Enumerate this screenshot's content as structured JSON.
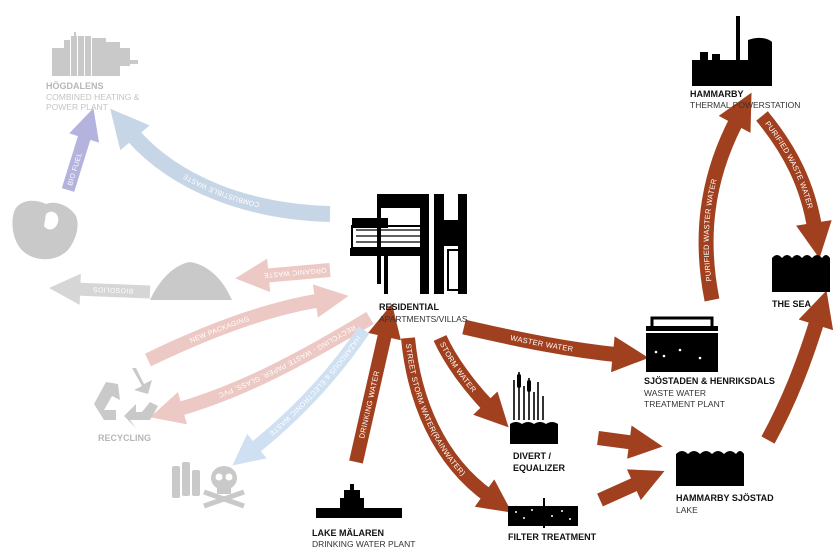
{
  "nodes": {
    "hogdalens": {
      "title": "HÖGDALENS",
      "subtitle_line1": "COMBINED HEATING &",
      "subtitle_line2": "POWER PLANT"
    },
    "hammarby_thermal": {
      "title": "HAMMARBY",
      "subtitle": "THERMAL POWERSTATION"
    },
    "residential": {
      "title": "RESIDENTIAL",
      "subtitle": "APARTMENTS/VILLAS"
    },
    "the_sea": {
      "title": "THE SEA"
    },
    "sjostaden": {
      "title": "SJÖSTADEN & HENRIKSDALS",
      "subtitle_line1": "WASTE WATER",
      "subtitle_line2": "TREATMENT PLANT"
    },
    "divert": {
      "title_line1": "DIVERT /",
      "title_line2": "EQUALIZER"
    },
    "hammarby_sjostad": {
      "title": "HAMMARBY SJÖSTAD",
      "subtitle": "LAKE"
    },
    "filter": {
      "title": "FILTER TREATMENT"
    },
    "lake_malaren": {
      "title": "LAKE MÄLAREN",
      "subtitle": "DRINKING WATER PLANT"
    },
    "recycling": {
      "title": "RECYCLING"
    }
  },
  "flows": {
    "combustible_waste": "COMBUSTIBLE WASTE",
    "bio_fuel": "BIO FUEL",
    "organic_waste": "ORGANIC WASTE",
    "biosolids": "BIOSOLIDS",
    "new_packaging": "NEW PACKAGING",
    "recycling_waste": "RECYCLING - WASTE PAPER, GLASS, PVC",
    "hazardous_waste": "HAZARDOUS & ELECTRONIC WASTE",
    "drinking_water": "DRINKING WATER",
    "street_storm_water": "STREET STORM WATER(RAINWATER)",
    "storm_water": "STORM WATER",
    "waster_water": "WASTER WATER",
    "purified_waster_water": "PURIFIED WASTER WATER",
    "purified_waste_water": "PURIFIED WASTE WATER"
  },
  "colors": {
    "rust": "#a1401f",
    "faded_blue": "#c7d6e6",
    "faded_pink": "#ecc9c4",
    "faded_grey": "#c9c9c9",
    "lavender": "#b3b3de",
    "icon_black": "#000000"
  },
  "icons": [
    "factory-icon",
    "power-station-icon",
    "building-icon",
    "sea-icon",
    "treatment-plant-icon",
    "reeds-icon",
    "lake-icon",
    "filter-icon",
    "water-plant-icon",
    "recycle-icon",
    "hands-icon",
    "compost-icon",
    "batteries-icon",
    "skull-icon"
  ]
}
